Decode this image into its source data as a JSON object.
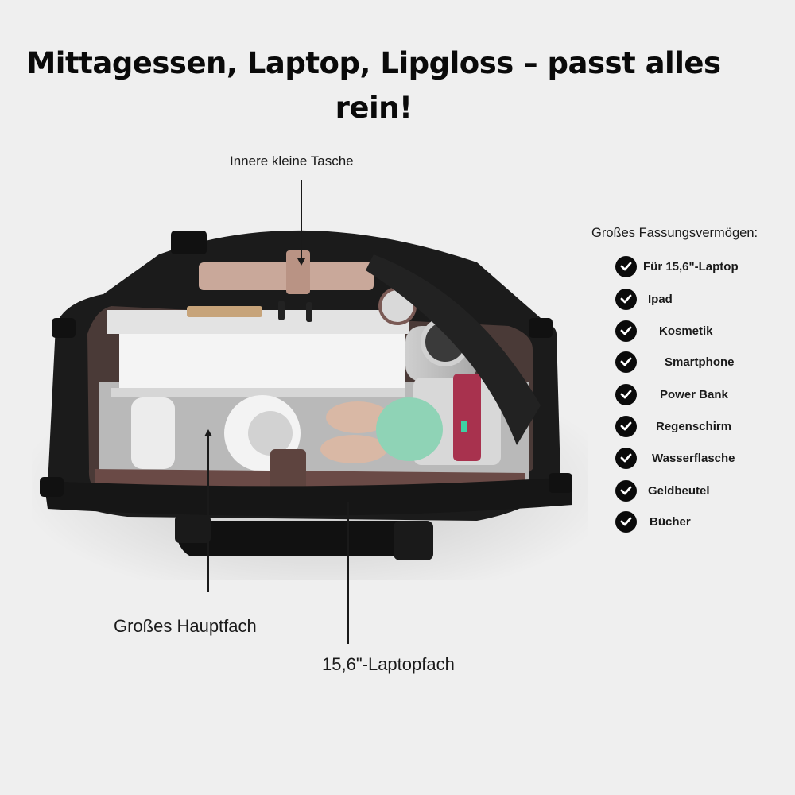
{
  "headline": {
    "line1": "Mittagessen, Laptop, Lipgloss – passt alles",
    "line2": "rein!"
  },
  "callouts": {
    "inner_pocket": "Innere kleine Tasche",
    "main_compartment": "Großes Hauptfach",
    "laptop_compartment": "15,6\"-Laptopfach"
  },
  "capacity": {
    "title": "Großes Fassungsvermögen:",
    "items": [
      {
        "label": "Für 15,6\"-Laptop",
        "icon": "check-circle-icon"
      },
      {
        "label": "Ipad",
        "icon": "check-circle-icon"
      },
      {
        "label": "Kosmetik",
        "icon": "check-circle-icon"
      },
      {
        "label": "Smartphone",
        "icon": "check-circle-icon"
      },
      {
        "label": "Power Bank",
        "icon": "check-circle-icon"
      },
      {
        "label": "Regenschirm",
        "icon": "check-circle-icon"
      },
      {
        "label": "Wasserflasche",
        "icon": "check-circle-icon"
      },
      {
        "label": "Geldbeutel",
        "icon": "check-circle-icon"
      },
      {
        "label": "Bücher",
        "icon": "check-circle-icon"
      }
    ]
  },
  "colors": {
    "background": "#efefef",
    "text": "#111111",
    "bag_leather": "#1b1b1b",
    "lining": "#5a4440",
    "powerbank_accent": "#a8324e",
    "bottle_mint": "#8fd3b6",
    "pouch_pink": "#c9a89a"
  }
}
